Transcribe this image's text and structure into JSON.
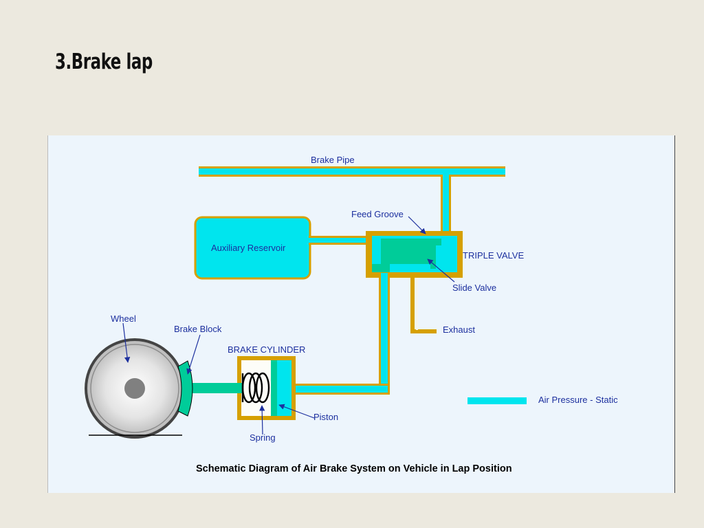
{
  "slide": {
    "title": "3.Brake lap"
  },
  "diagram": {
    "labels": {
      "brake_pipe": "Brake Pipe",
      "feed_groove": "Feed Groove",
      "auxiliary_reservoir": "Auxiliary Reservoir",
      "triple_valve": "TRIPLE VALVE",
      "slide_valve": "Slide Valve",
      "exhaust": "Exhaust",
      "wheel": "Wheel",
      "brake_block": "Brake Block",
      "brake_cylinder": "BRAKE CYLINDER",
      "piston": "Piston",
      "spring": "Spring"
    },
    "legend": {
      "label": "Air Pressure - Static",
      "color": "#00e5ee"
    },
    "caption": "Schematic Diagram of Air Brake System on Vehicle in Lap Position",
    "colors": {
      "air": "#00e5ee",
      "pipe_wall": "#d6a000",
      "valve": "#00cc99",
      "label": "#1c2f9e",
      "panel": "#edf5fc"
    }
  }
}
